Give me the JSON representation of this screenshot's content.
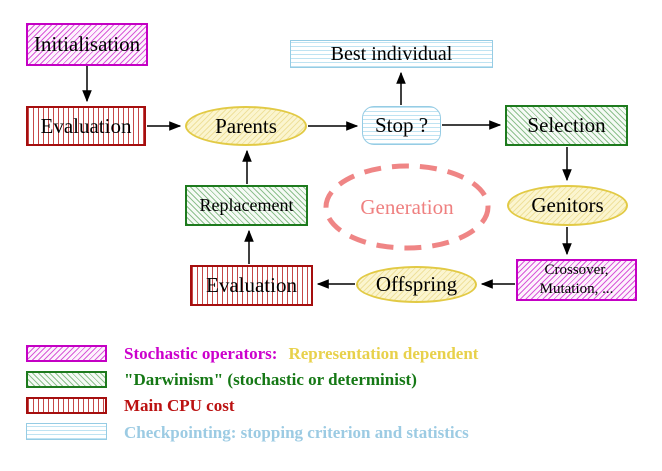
{
  "diagram": {
    "nodes": {
      "initialisation": "Initialisation",
      "evaluation_top": "Evaluation",
      "parents": "Parents",
      "best_individual": "Best individual",
      "stop": "Stop ?",
      "selection": "Selection",
      "genitors": "Genitors",
      "crossover_line1": "Crossover,",
      "crossover_line2": "Mutation, ...",
      "offspring": "Offspring",
      "evaluation_bottom": "Evaluation",
      "replacement": "Replacement",
      "generation": "Generation"
    },
    "edges": [
      [
        "Initialisation",
        "Evaluation"
      ],
      [
        "Evaluation",
        "Parents"
      ],
      [
        "Parents",
        "Stop ?"
      ],
      [
        "Stop ?",
        "Best individual"
      ],
      [
        "Stop ?",
        "Selection"
      ],
      [
        "Selection",
        "Genitors"
      ],
      [
        "Genitors",
        "Crossover, Mutation, ..."
      ],
      [
        "Crossover, Mutation, ...",
        "Offspring"
      ],
      [
        "Offspring",
        "Evaluation"
      ],
      [
        "Evaluation",
        "Replacement"
      ],
      [
        "Replacement",
        "Parents"
      ]
    ]
  },
  "legend": [
    {
      "swatch": "magenta-diagonal-hatch",
      "label": "Stochastic operators:",
      "label2": "Representation dependent",
      "label_color": "#cc00cc",
      "label2_color": "#e8d14b"
    },
    {
      "swatch": "green-diagonal-hatch",
      "label": "\"Darwinism\" (stochastic or determinist)",
      "label_color": "#157815"
    },
    {
      "swatch": "red-vertical-stripes",
      "label": "Main CPU cost",
      "label_color": "#bb1111"
    },
    {
      "swatch": "cyan-horizontal-stripes",
      "label": "Checkpointing: stopping criterion and statistics",
      "label_color": "#9ccbe3"
    }
  ],
  "colors": {
    "magenta": "#c400c4",
    "green": "#1d7a1d",
    "red": "#a50e0e",
    "cyan_border": "#96cce4",
    "yellow": "#e2ca45",
    "salmon": "#ef8080",
    "arrow": "#000000",
    "background": "#ffffff"
  }
}
